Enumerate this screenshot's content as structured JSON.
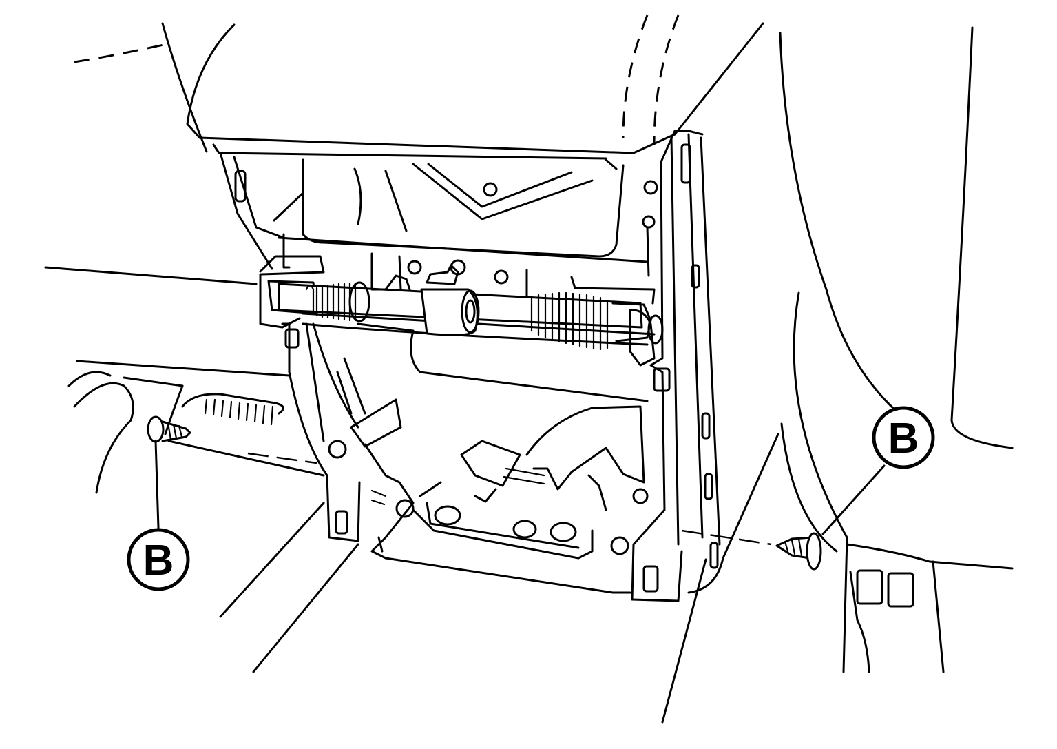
{
  "callouts": [
    {
      "id": "left",
      "label": "B"
    },
    {
      "id": "right",
      "label": "B"
    }
  ],
  "colors": {
    "line": "#000000",
    "background": "#ffffff"
  }
}
